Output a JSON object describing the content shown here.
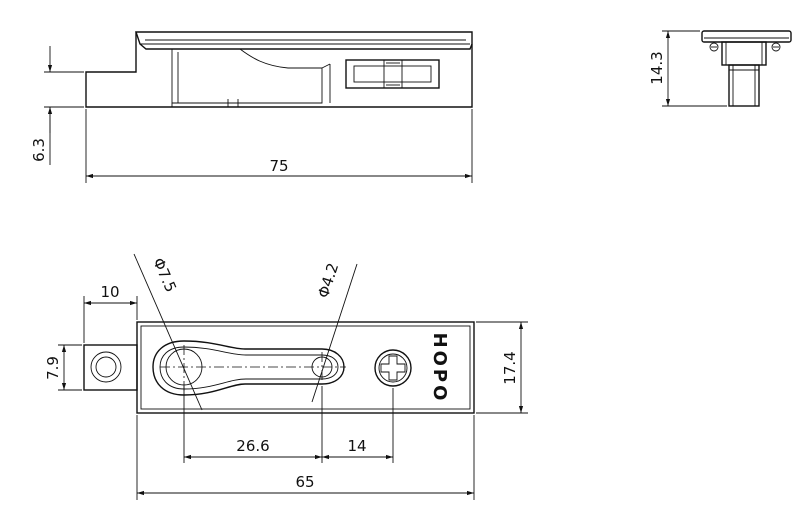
{
  "dimensions": {
    "side_height_small": "6.3",
    "side_length": "75",
    "end_height": "14.3",
    "boss_width": "10",
    "boss_height": "7.9",
    "large_diameter": "Φ7.5",
    "small_diameter": "Φ4.2",
    "slot_length": "26.6",
    "screw_offset": "14",
    "base_length": "65",
    "base_width": "17.4"
  },
  "brand": {
    "logo_text": "HOPO"
  },
  "colors": {
    "line": "#111111",
    "background": "#ffffff"
  }
}
